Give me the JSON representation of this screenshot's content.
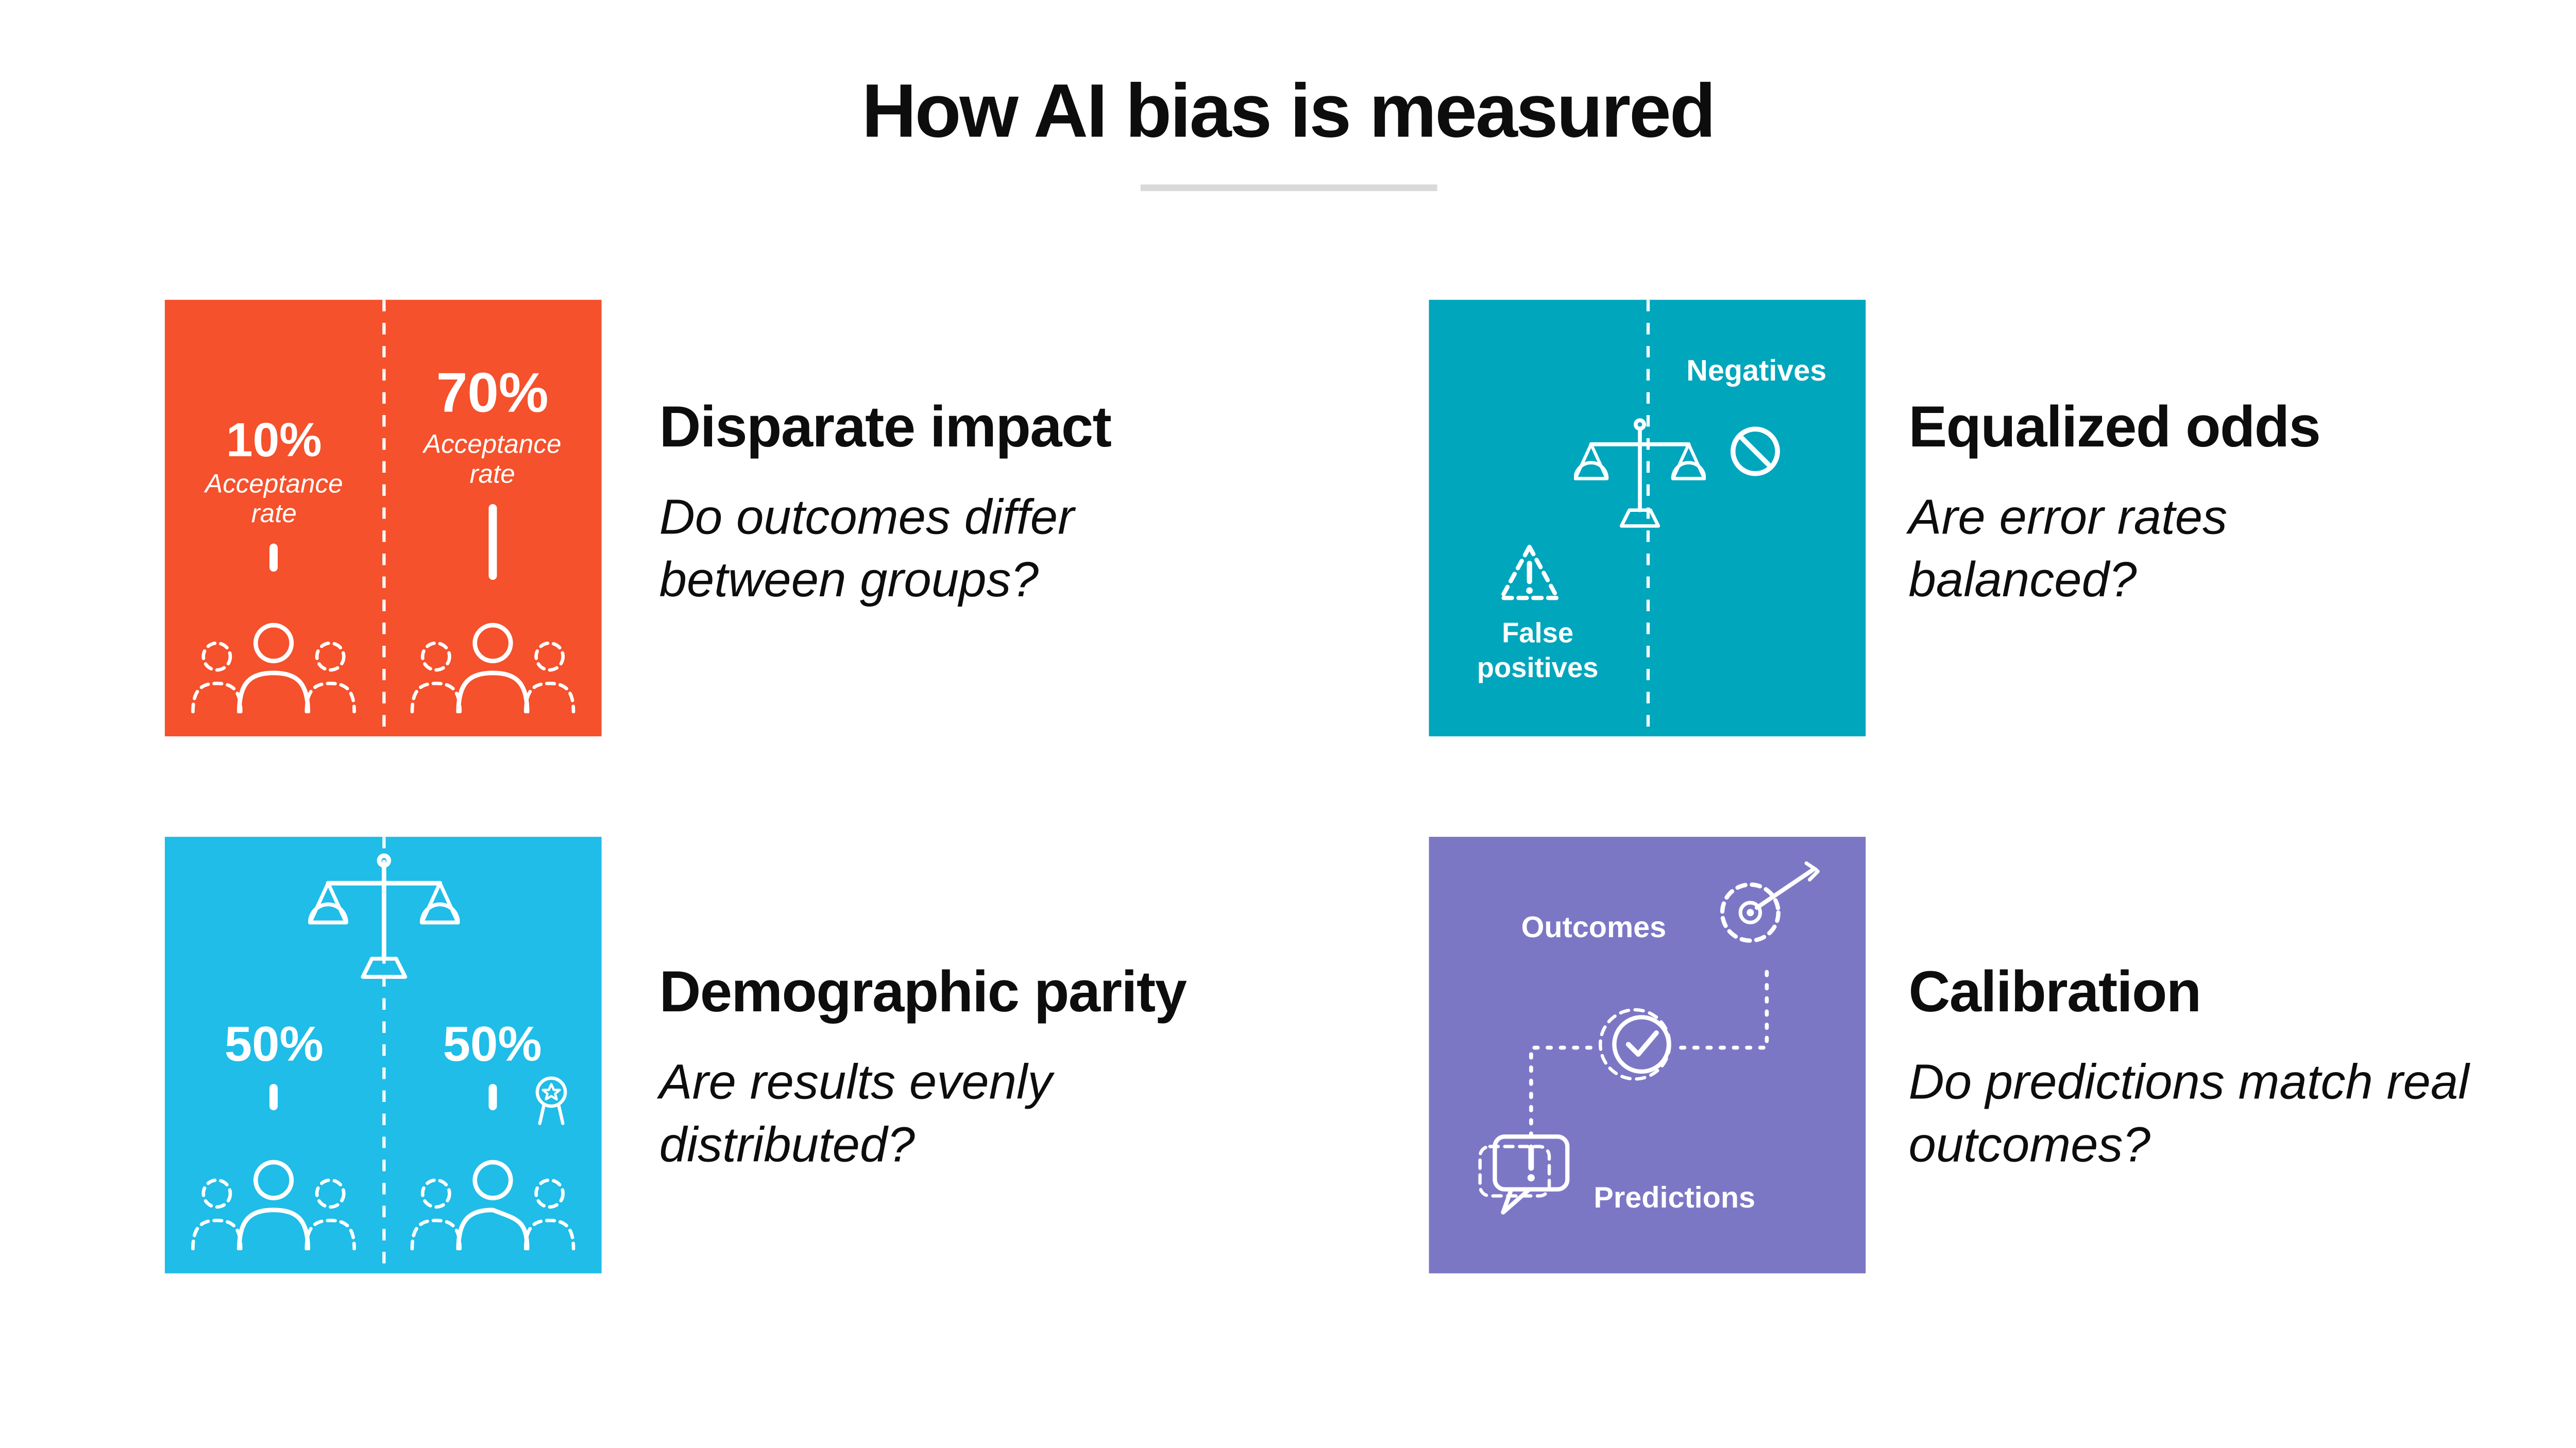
{
  "page": {
    "title": "How AI bias is measured"
  },
  "colors": {
    "orange": "#F4512C",
    "teal": "#00A6BC",
    "cyan": "#1FBDE8",
    "purple": "#7C77C5"
  },
  "cards": {
    "disparate": {
      "heading": "Disparate impact",
      "question": "Do outcomes differ between groups?",
      "left_pct": "10%",
      "left_label": "Acceptance rate",
      "right_pct": "70%",
      "right_label": "Acceptance rate"
    },
    "equalized": {
      "heading": "Equalized odds",
      "question": "Are error rates balanced?",
      "negatives_label": "Negatives",
      "false_positives_label": "False positives"
    },
    "demographic": {
      "heading": "Demographic parity",
      "question": "Are results evenly distributed?",
      "left_pct": "50%",
      "right_pct": "50%"
    },
    "calibration": {
      "heading": "Calibration",
      "question": "Do predictions match real outcomes?",
      "outcomes_label": "Outcomes",
      "predictions_label": "Predictions"
    }
  }
}
